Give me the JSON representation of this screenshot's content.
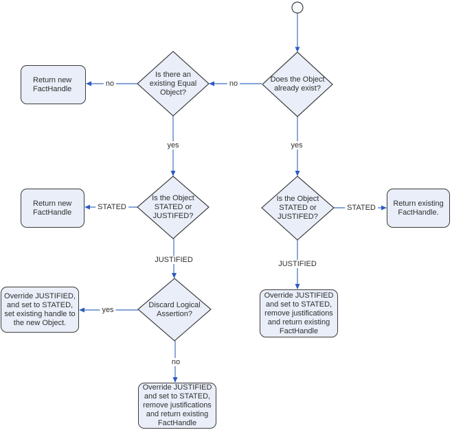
{
  "colors": {
    "connector": "#5b84cb",
    "arrowhead": "#2d5bc0",
    "node_fill": "#e9eef8",
    "node_border": "#3f3f3f",
    "text": "#2e2e2e",
    "background": "#ffffff"
  },
  "nodes": {
    "d_exist": {
      "text": "Does the Object\nalready exist?"
    },
    "d_equal": {
      "text": "Is there an\nexisting Equal\nObject?"
    },
    "d_state_left": {
      "text": "Is the Object\nSTATED or\nJUSTIFED?"
    },
    "d_state_right": {
      "text": "Is the Object\nSTATED or\nJUSTIFED?"
    },
    "d_discard": {
      "text": "Discard Logical\nAssertion?"
    },
    "b_return_new_top": {
      "text": "Return new\nFactHandle"
    },
    "b_return_new_mid": {
      "text": "Return new\nFactHandle"
    },
    "b_return_existing": {
      "text": "Return existing\nFactHandle."
    },
    "b_override_yes": {
      "text": "Override JUSTIFIED,\nand set to STATED,\nset existing handle to\nthe new Object."
    },
    "b_override_no": {
      "text": "Override JUSTIFIED\nand set to STATED,\nremove justifications\nand return existing\nFactHandle"
    },
    "b_override_right": {
      "text": "Override JUSTIFIED\nand set to STATED,\nremove justifications\nand return existing\nFactHandle"
    }
  },
  "edges": {
    "exist_no": "no",
    "exist_yes": "yes",
    "equal_no": "no",
    "equal_yes": "yes",
    "state_left_stated": "STATED",
    "state_left_justified": "JUSTIFIED",
    "state_right_stated": "STATED",
    "state_right_justified": "JUSTIFIED",
    "discard_yes": "yes",
    "discard_no": "no"
  }
}
